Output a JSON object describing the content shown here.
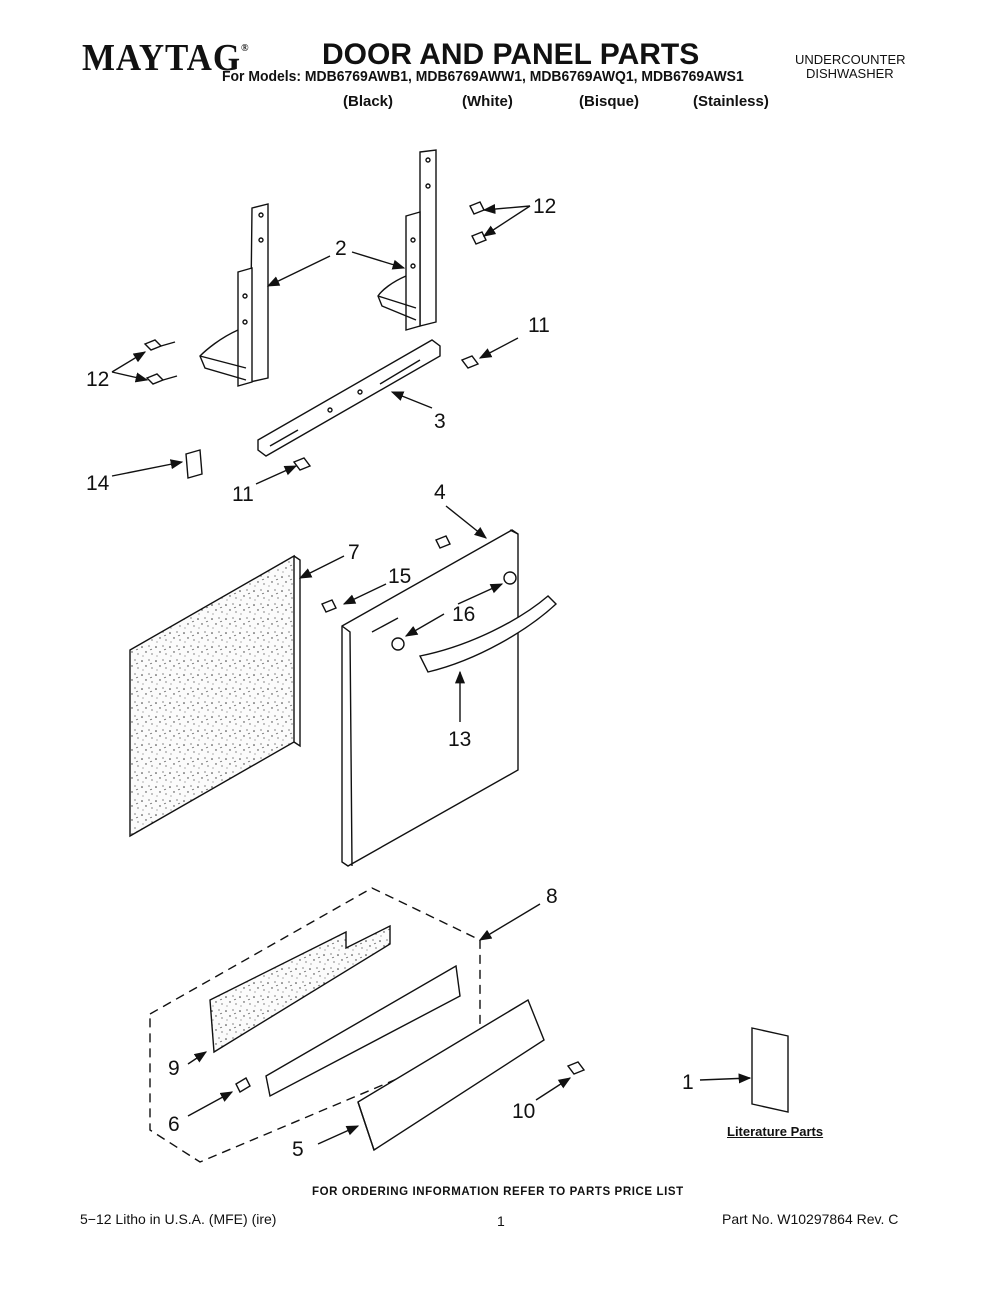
{
  "header": {
    "brand": "MAYTAG",
    "brand_mark": "®",
    "title": "DOOR AND PANEL PARTS",
    "appliance_line1": "UNDERCOUNTER",
    "appliance_line2": "DISHWASHER",
    "models_line": "For Models: MDB6769AWB1, MDB6769AWW1, MDB6769AWQ1, MDB6769AWS1",
    "variants": [
      "(Black)",
      "(White)",
      "(Bisque)",
      "(Stainless)"
    ]
  },
  "callouts": {
    "c1": "1",
    "c2": "2",
    "c3": "3",
    "c4": "4",
    "c5": "5",
    "c6": "6",
    "c7": "7",
    "c8": "8",
    "c9": "9",
    "c10": "10",
    "c11a": "11",
    "c11b": "11",
    "c12a": "12",
    "c12b": "12",
    "c13": "13",
    "c14": "14",
    "c15": "15",
    "c16": "16"
  },
  "literature_label": "Literature Parts",
  "footer": {
    "order_note": "FOR ORDERING INFORMATION REFER TO PARTS PRICE LIST",
    "litho": "5−12 Litho in U.S.A. (MFE) (ire)",
    "page": "1",
    "part_number": "Part No. W10297864 Rev. C"
  }
}
